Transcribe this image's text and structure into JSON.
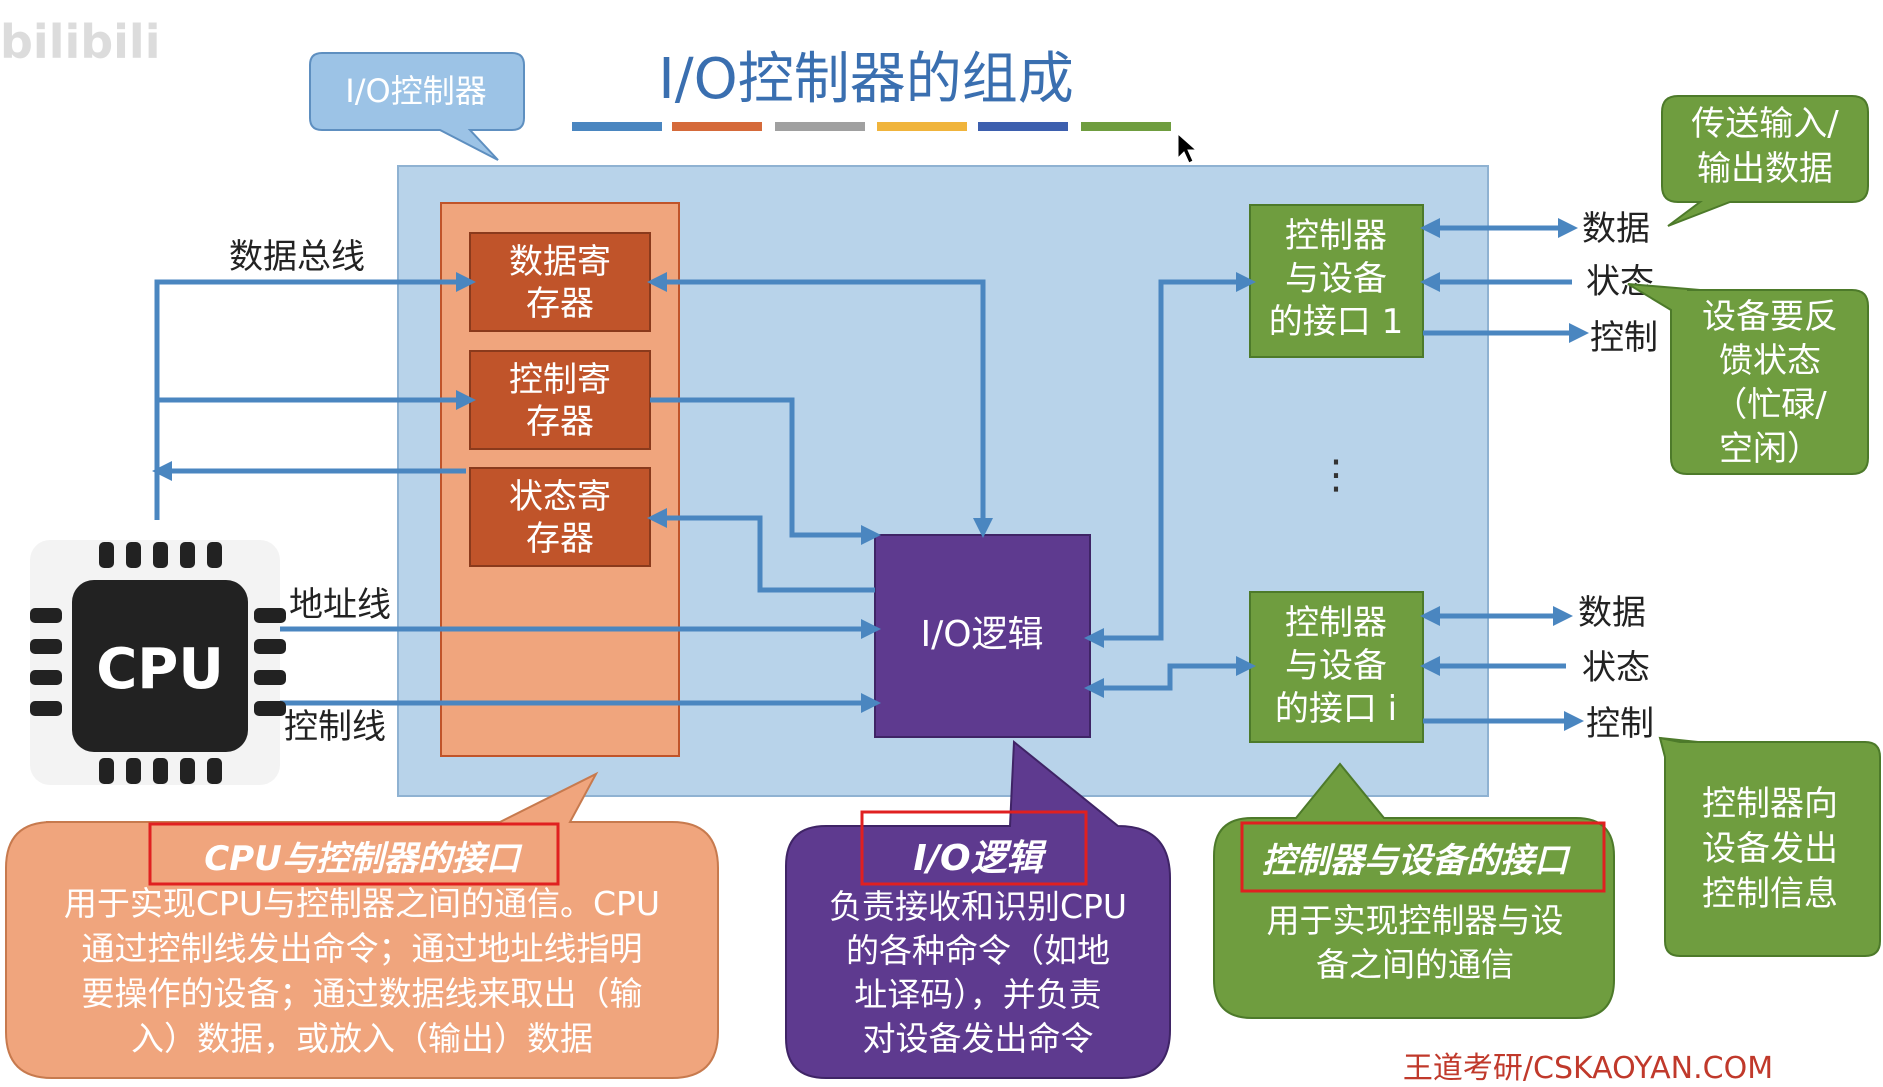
{
  "watermark": "bilibili",
  "title": "I/O控制器的组成",
  "title_color": "#3a6fb0",
  "title_underline_colors": [
    "#4a86c0",
    "#d56a3a",
    "#a0a0a0",
    "#f0b43c",
    "#3d5fae",
    "#6f9d3f"
  ],
  "callout_controller": "I/O控制器",
  "labels": {
    "data_bus": "数据总线",
    "address_line": "地址线",
    "control_line": "控制线",
    "cpu": "CPU",
    "ellipsis": "⋮"
  },
  "registers": {
    "data": [
      "数据寄",
      "存器"
    ],
    "control": [
      "控制寄",
      "存器"
    ],
    "status": [
      "状态寄",
      "存器"
    ]
  },
  "io_logic": "I/O逻辑",
  "interface_1": [
    "控制器",
    "与设备",
    "的接口 1"
  ],
  "interface_i": [
    "控制器",
    "与设备",
    "的接口 i"
  ],
  "signals_1": [
    "数据",
    "状态",
    "控制"
  ],
  "signals_i": [
    "数据",
    "状态",
    "控制"
  ],
  "callout_data": [
    "传送输入/",
    "输出数据"
  ],
  "callout_status": [
    "设备要反",
    "馈状态",
    "（忙碌/",
    "空闲）"
  ],
  "callout_control": [
    "控制器向",
    "设备发出",
    "控制信息"
  ],
  "box_cpu_interface": {
    "title": "CPU与控制器的接口",
    "lines": [
      "用于实现CPU与控制器之间的通信。CPU",
      "通过控制线发出命令；通过地址线指明",
      "要操作的设备；通过数据线来取出（输",
      "入）数据，或放入（输出）数据"
    ]
  },
  "box_io_logic": {
    "title": "I/O逻辑",
    "lines": [
      "负责接收和识别CPU",
      "的各种命令（如地",
      "址译码），并负责",
      "对设备发出命令"
    ]
  },
  "box_device_interface": {
    "title": "控制器与设备的接口",
    "lines": [
      "用于实现控制器与设",
      "备之间的通信"
    ]
  },
  "footer": "王道考研/CSKAOYAN.COM",
  "colors": {
    "panel": "#b8d3ea",
    "register_column": "#f0a57d",
    "register": "#c0542a",
    "io_logic": "#5e3a8f",
    "interface": "#6f9d3f",
    "arrow": "#4a86c0",
    "callout_blue": "#9cc3e6",
    "highlight": "#e02020",
    "footer": "#c0392b"
  }
}
